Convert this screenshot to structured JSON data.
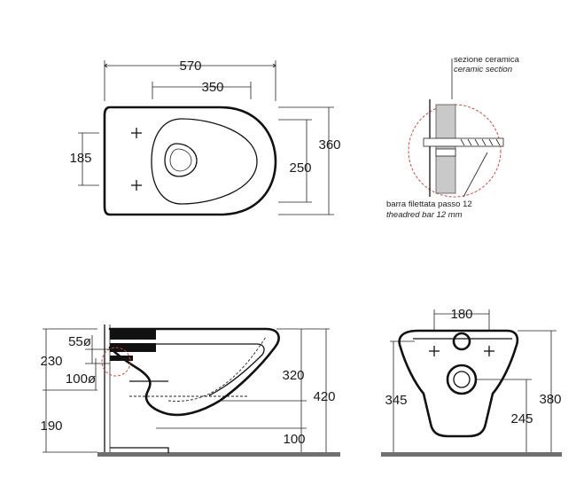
{
  "top_view": {
    "overall_length": "570",
    "fixing_spacing": "350",
    "side_fixing": "185",
    "inner_width": "250",
    "overall_width": "360"
  },
  "detail": {
    "section_it": "sezione ceramica",
    "section_en": "ceramic section",
    "bar_it": "barra filettata passo 12",
    "bar_en": "theadred bar 12 mm"
  },
  "side_view": {
    "inlet_dia": "55ø",
    "fix_height": "230",
    "outlet_dia": "100ø",
    "outlet_height": "190",
    "rim_drop": "320",
    "overall_height": "420",
    "bottom_offset": "100"
  },
  "front_view": {
    "fixing_centers": "180",
    "left_height": "345",
    "overall_height": "380",
    "outlet_height": "245"
  }
}
